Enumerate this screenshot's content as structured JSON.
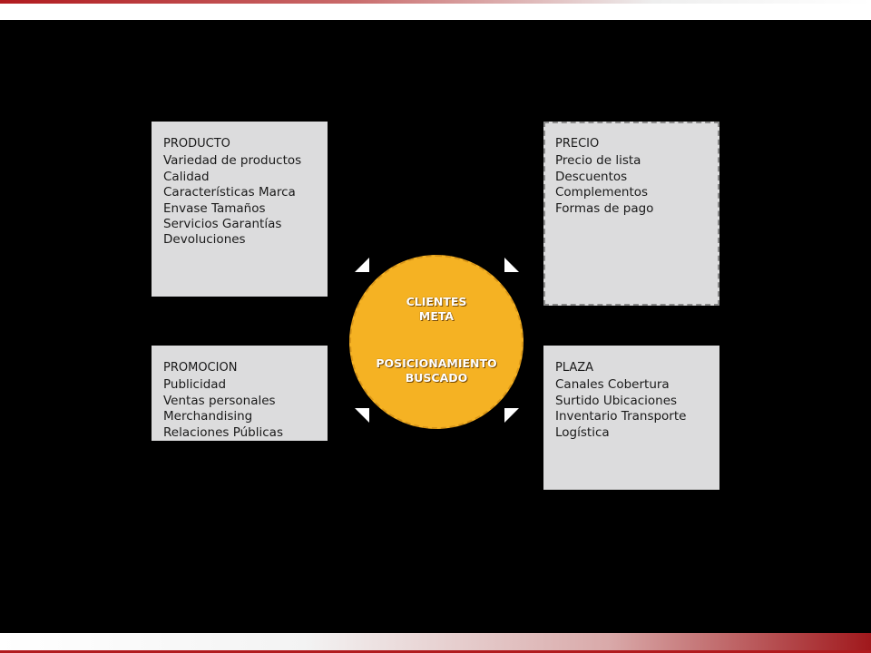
{
  "diagram": {
    "producto": {
      "title": "PRODUCTO",
      "lines": [
        "Variedad de productos",
        "Calidad",
        "Características  Marca",
        "Envase  Tamaños",
        "Servicios  Garantías",
        "Devoluciones"
      ]
    },
    "precio": {
      "title": "PRECIO",
      "lines": [
        "Precio de lista",
        "Descuentos",
        "Complementos",
        "Formas de pago"
      ]
    },
    "promocion": {
      "title": "PROMOCION",
      "lines": [
        "Publicidad",
        "Ventas personales",
        "Merchandising",
        "Relaciones Públicas"
      ]
    },
    "plaza": {
      "title": "PLAZA",
      "lines": [
        "Canales  Cobertura",
        "Surtido  Ubicaciones",
        "Inventario  Transporte",
        "Logística"
      ]
    },
    "center": {
      "line1": "CLIENTES",
      "line2": "META",
      "line3": "POSICIONAMIENTO",
      "line4": "BUSCADO"
    }
  },
  "colors": {
    "background": "#000000",
    "box": "#dcdcdd",
    "circle": "#f5b223",
    "accent": "#b11a1e"
  }
}
